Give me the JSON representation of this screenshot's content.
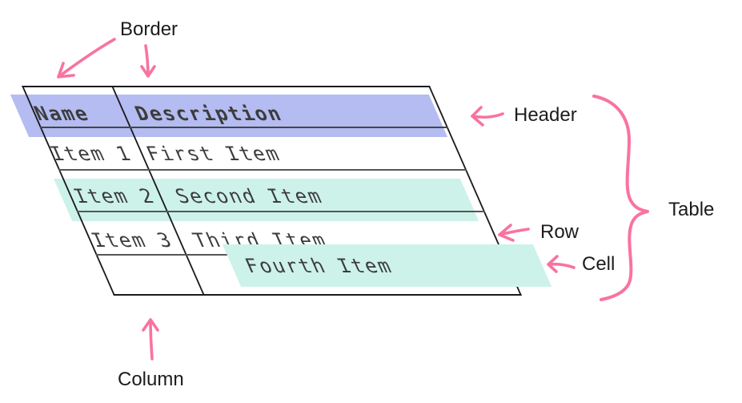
{
  "table": {
    "header": {
      "name": "Name",
      "description": "Description"
    },
    "rows": [
      {
        "name": "Item 1",
        "description": "First Item"
      },
      {
        "name": "Item 2",
        "description": "Second Item"
      },
      {
        "name": "Item 3",
        "description": "Third Item"
      },
      {
        "name": "",
        "description": "Fourth Item"
      }
    ]
  },
  "annotations": {
    "border": "Border",
    "header": "Header",
    "table": "Table",
    "row": "Row",
    "cell": "Cell",
    "column": "Column"
  },
  "colors": {
    "header_highlight": "#b4bcf1",
    "row_highlight": "#cdf2e9",
    "cell_highlight": "#cdf2e9",
    "annotation_pink": "#f9739f",
    "table_border": "#1b1b1b",
    "grid_line": "#565656",
    "table_text": "#3c3c3c",
    "label_text": "#1c1c1c"
  }
}
